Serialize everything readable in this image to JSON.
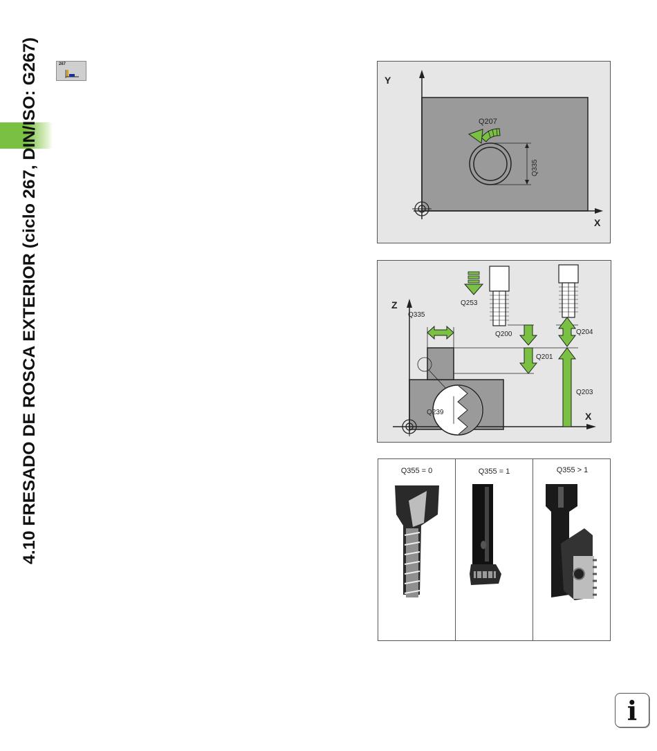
{
  "section": {
    "title": "4.10 FRESADO DE ROSCA EXTERIOR (ciclo 267, DIN/ISO: G267)"
  },
  "cycle_icon": {
    "number": "267",
    "icon": "cycle-267-icon"
  },
  "figure_top": {
    "axis_y": "Y",
    "axis_x": "X",
    "label_rotation": "Q207",
    "label_diameter": "Q335"
  },
  "figure_side": {
    "axis_z": "Z",
    "axis_x": "X",
    "labels": {
      "q335": "Q335",
      "q253": "Q253",
      "q200": "Q200",
      "q201": "Q201",
      "q204": "Q204",
      "q203": "Q203",
      "q239": "Q239"
    }
  },
  "figure_tools": {
    "columns": [
      {
        "label": "Q355 = 0"
      },
      {
        "label": "Q355 = 1"
      },
      {
        "label": "Q355 > 1"
      }
    ]
  },
  "info_button": {
    "label": "i"
  },
  "colors": {
    "accent_green": "#7ac143",
    "figure_gray": "#e6e6e6",
    "work_gray": "#9a9a9a"
  }
}
